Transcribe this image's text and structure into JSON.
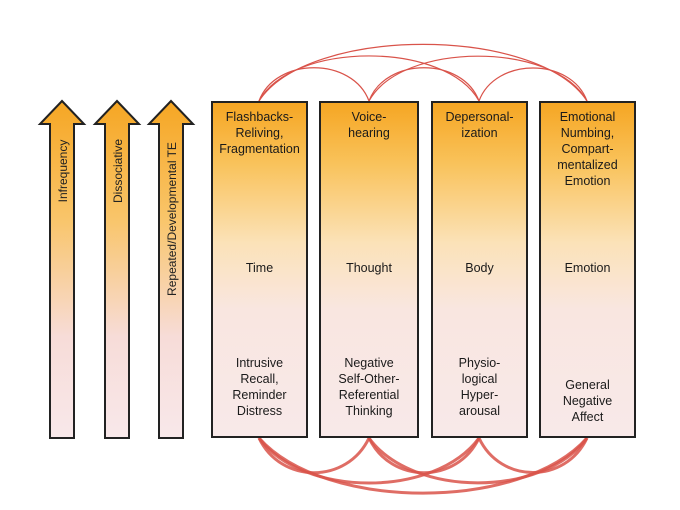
{
  "arrows": [
    {
      "label": "Infrequency"
    },
    {
      "label": "Dissociative"
    },
    {
      "label": "Repeated/Developmental TE"
    }
  ],
  "columns": [
    {
      "heading": "Flashbacks-\nReliving,\nFragmentation",
      "dimension": "Time",
      "outcome": "Intrusive\nRecall,\nReminder\nDistress"
    },
    {
      "heading": "Voice-\nhearing",
      "dimension": "Thought",
      "outcome": "Negative\nSelf-Other-\nReferential\nThinking"
    },
    {
      "heading": "Depersonal-\nization",
      "dimension": "Body",
      "outcome": "Physio-\nlogical\nHyper-\narousal"
    },
    {
      "heading": "Emotional\nNumbing,\nCompart-\nmentalized\nEmotion",
      "dimension": "Emotion",
      "outcome": "General\nNegative\nAffect"
    }
  ],
  "colors": {
    "arrow_top": "#f6a623",
    "arrow_bottom": "#f8e8ea",
    "column_top": "#f6a623",
    "column_bottom": "#f8e9e9",
    "connector": "#d9534a"
  }
}
